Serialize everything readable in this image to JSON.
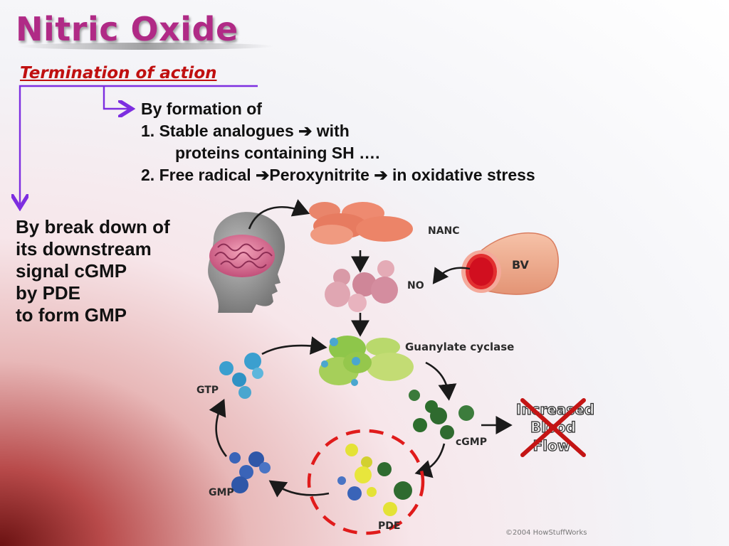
{
  "title": "Nitric Oxide",
  "subtitle": "Termination  of action",
  "mechanism_1": {
    "line1": "By formation of",
    "line2": "1. Stable analogues ➔ with",
    "line3": "proteins containing SH ….",
    "line4": "2. Free radical ➔Peroxynitrite ➔ in oxidative stress"
  },
  "mechanism_2": {
    "lines": [
      "By break down of",
      "its downstream",
      "signal cGMP",
      "by  PDE",
      "to form GMP"
    ]
  },
  "diagram": {
    "nanc": "NANC",
    "no": "NO",
    "bv": "BV",
    "guanylate_cyclase": "Guanylate cyclase",
    "gtp": "GTP",
    "cgmp": "cGMP",
    "gmp": "GMP",
    "pde": "PDE",
    "increased": "Increased",
    "blood": "Blood",
    "flow": "Flow",
    "copyright": "©2004 HowStuffWorks"
  },
  "colors": {
    "title": "#b02a86",
    "subtitle": "#c01010",
    "connector": "#7d2ee0",
    "highlight_ring": "#e01b1b",
    "cross": "#c41414"
  }
}
